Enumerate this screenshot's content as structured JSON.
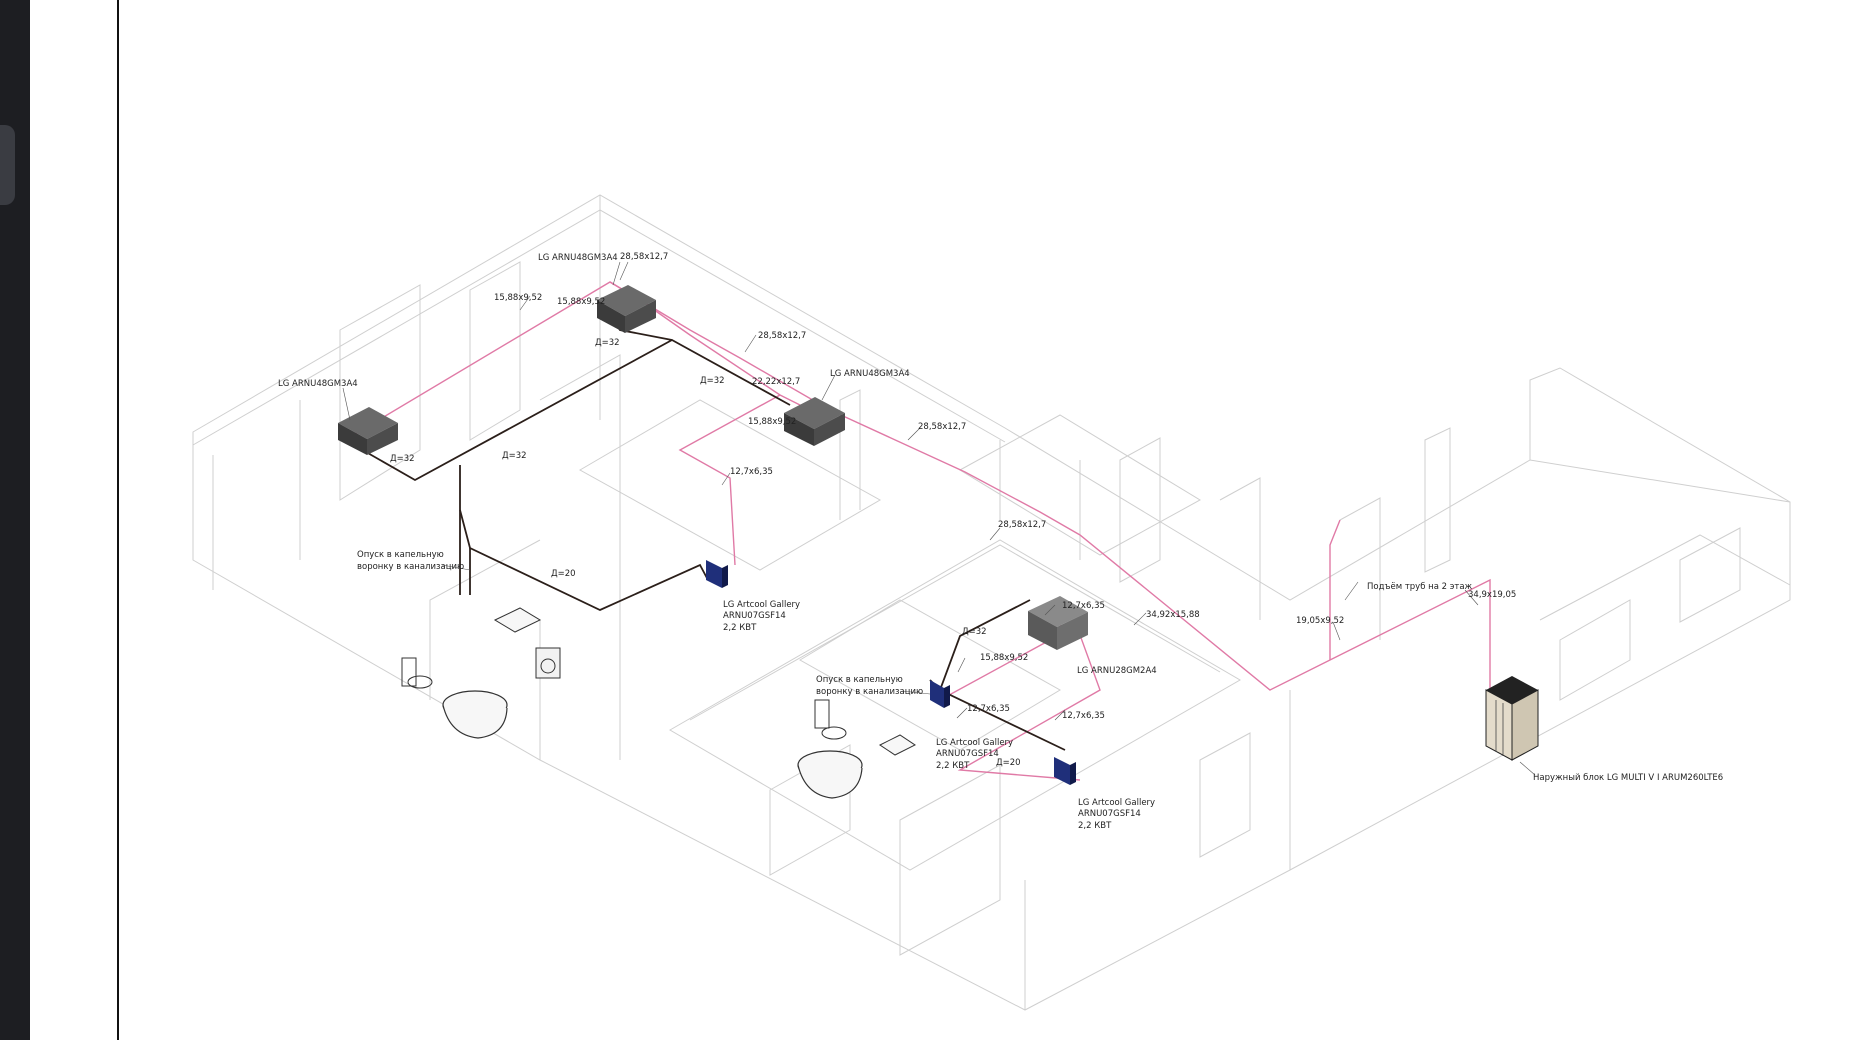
{
  "labels": {
    "unit_top": "LG ARNU48GM3A4",
    "unit_left": "LG ARNU48GM3A4",
    "unit_mid": "LG ARNU48GM3A4",
    "unit_center": "LG ARNU28GM2A4",
    "pipe_28_58_a": "28,58x12,7",
    "pipe_28_58_b": "28,58x12,7",
    "pipe_28_58_c": "28,58x12,7",
    "pipe_28_58_d": "28,58x12,7",
    "pipe_15_88_a": "15,88x9,52",
    "pipe_15_88_b": "15,88x9,52",
    "pipe_15_88_c": "15,88x9,52",
    "pipe_15_88_d": "15,88x9,52",
    "pipe_22_22": "22,22x12,7",
    "pipe_12_7_a": "12,7x6,35",
    "pipe_12_7_b": "12,7x6,35",
    "pipe_12_7_c": "12,7x6,35",
    "pipe_12_7_d": "12,7x6,35",
    "pipe_34_92": "34,92x15,88",
    "pipe_34_9": "34,9x19,05",
    "pipe_19_05": "19,05x9,52",
    "d32_a": "Д=32",
    "d32_b": "Д=32",
    "d32_c": "Д=32",
    "d32_d": "Д=32",
    "d32_e": "Д=32",
    "d20_a": "Д=20",
    "d20_b": "Д=20",
    "drain_left_1": "Опуск в капельную",
    "drain_left_2": "воронку в канализацию",
    "drain_center_1": "Опуск в капельную",
    "drain_center_2": "воронку в канализацию",
    "artcool_1_l1": "LG Artcool Gallery",
    "artcool_1_l2": "ARNU07GSF14",
    "artcool_1_l3": "2,2 КВТ",
    "artcool_2_l1": "LG Artcool Gallery",
    "artcool_2_l2": "ARNU07GSF14",
    "artcool_2_l3": "2,2 КВТ",
    "artcool_3_l1": "LG Artcool Gallery",
    "artcool_3_l2": "ARNU07GSF14",
    "artcool_3_l3": "2,2 КВТ",
    "riser": "Подъём труб на 2 этаж",
    "outdoor": "Наружный блок LG MULTI V I ARUM260LTE6"
  },
  "colors": {
    "sidebar": "#1d1e22",
    "refrigerant_pipe": "#e07aa6",
    "drain_pipe": "#2b1f1a",
    "walls": "#c9c9c9",
    "unit_fill": "#4a4a4a"
  }
}
